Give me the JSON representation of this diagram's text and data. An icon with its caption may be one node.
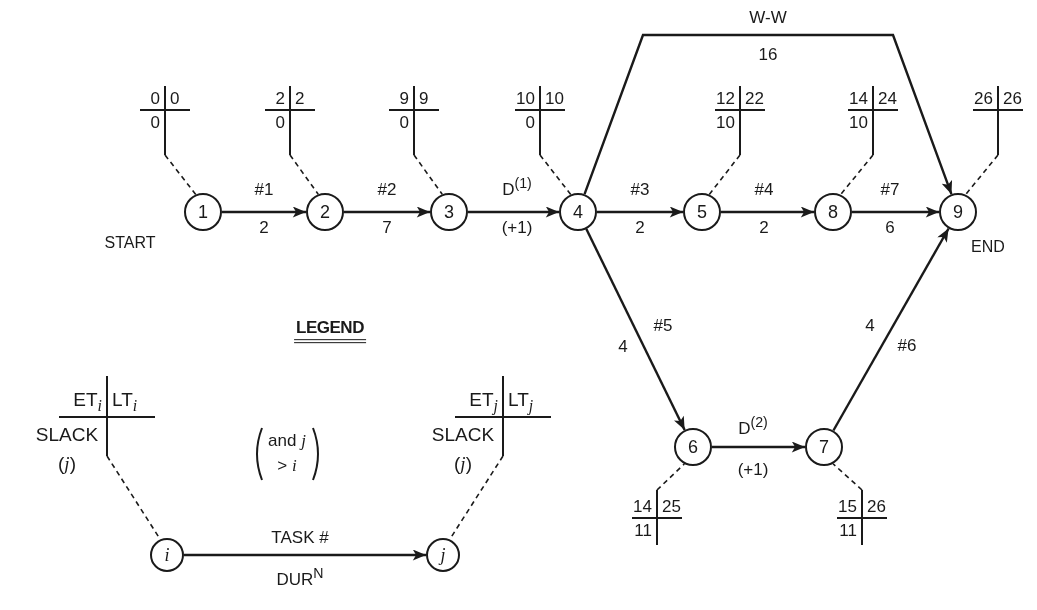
{
  "diagram": {
    "nodes": [
      {
        "text": [
          "1"
        ],
        "beside": [
          "START"
        ]
      },
      {
        "text": [
          "2"
        ]
      },
      {
        "text": [
          "3"
        ]
      },
      {
        "text": [
          "4"
        ]
      },
      {
        "text": [
          "5"
        ]
      },
      {
        "text": [
          "6"
        ]
      },
      {
        "text": [
          "7"
        ]
      },
      {
        "text": [
          "8"
        ]
      },
      {
        "text": [
          "9"
        ],
        "beside": [
          "END"
        ]
      },
      {
        "text": [
          "0",
          "0",
          "0"
        ]
      },
      {
        "text": [
          "2",
          "2",
          "0"
        ]
      },
      {
        "text": [
          "9",
          "9",
          "0"
        ]
      },
      {
        "text": [
          "10",
          "10",
          "0"
        ]
      },
      {
        "text": [
          "12",
          "22",
          "10"
        ]
      },
      {
        "text": [
          "14",
          "24",
          "10"
        ]
      },
      {
        "text": [
          "26",
          "26"
        ]
      },
      {
        "text": [
          "14",
          "25",
          "11"
        ]
      },
      {
        "text": [
          "15",
          "26",
          "11"
        ]
      },
      {
        "text": [
          "ET$_{i}$",
          "LT$_{i}$",
          "SLACK (*j*)"
        ]
      },
      {
        "text": [
          "i"
        ]
      },
      {
        "text": [
          "j"
        ]
      },
      {
        "text": [
          "ET$_{j}$",
          "LT$_{j}$",
          "SLACK (*j*)"
        ]
      }
    ],
    "edges": [
      {
        "from": 0,
        "to": 1,
        "arrow": "to",
        "label": "#1"
      },
      {
        "from": 1,
        "to": 2,
        "arrow": "to",
        "label": "#2"
      },
      {
        "from": 2,
        "to": 3,
        "arrow": "to",
        "label": "D$^{(1)}$"
      },
      {
        "from": 3,
        "to": 4,
        "arrow": "to",
        "label": "#3"
      },
      {
        "from": 4,
        "to": 7,
        "arrow": "to",
        "label": "#4"
      },
      {
        "from": 7,
        "to": 8,
        "arrow": "to",
        "label": "#7"
      },
      {
        "from": 3,
        "to": 8,
        "arrow": "to",
        "label": "W-W"
      },
      {
        "from": 3,
        "to": 5,
        "arrow": "to",
        "label": "#5"
      },
      {
        "from": 5,
        "to": 6,
        "arrow": "to",
        "label": "D$^{(2)}$"
      },
      {
        "from": 6,
        "to": 8,
        "arrow": "to",
        "label": "#6"
      },
      {
        "from": 19,
        "to": 20,
        "arrow": "to",
        "label": "TASK #"
      },
      {
        "from": 9,
        "to": 0,
        "arrow": "none",
        "style": "dashed"
      },
      {
        "from": 10,
        "to": 1,
        "arrow": "none",
        "style": "dashed"
      },
      {
        "from": 11,
        "to": 2,
        "arrow": "none",
        "style": "dashed"
      },
      {
        "from": 12,
        "to": 3,
        "arrow": "none",
        "style": "dashed"
      },
      {
        "from": 13,
        "to": 4,
        "arrow": "none",
        "style": "dashed"
      },
      {
        "from": 14,
        "to": 7,
        "arrow": "none",
        "style": "dashed"
      },
      {
        "from": 15,
        "to": 8,
        "arrow": "none",
        "style": "dashed"
      },
      {
        "from": 16,
        "to": 5,
        "arrow": "none",
        "style": "dashed"
      },
      {
        "from": 17,
        "to": 6,
        "arrow": "none",
        "style": "dashed"
      },
      {
        "from": 18,
        "to": 19,
        "arrow": "none",
        "style": "dashed"
      },
      {
        "from": 21,
        "to": 20,
        "arrow": "none",
        "style": "dashed"
      }
    ],
    "labels": [
      "16",
      "2",
      "7",
      "(+1)",
      "2",
      "2",
      "6",
      "LEGEND",
      "4",
      "4",
      "and *j* > *i*",
      "(+1)",
      "DUR$^{N}$"
    ]
  }
}
